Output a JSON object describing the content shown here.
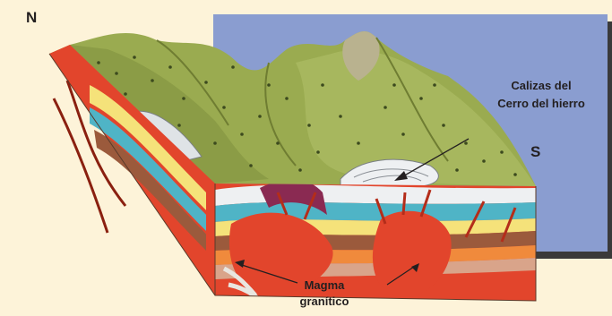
{
  "compass": {
    "north": "N",
    "south": "S"
  },
  "labels": {
    "calizas_line1": "Calizas del",
    "calizas_line2": "Cerro del hierro",
    "magma_line1": "Magma",
    "magma_line2": "granítico"
  },
  "colors": {
    "background": "#fdf3d9",
    "sky_panel": "#8a9dd0",
    "terrain": "#9aab50",
    "magma": "#e2452c",
    "limestone": "#eef0f2",
    "marine_layer": "#4fb4c6",
    "yellow_layer": "#f5e27a",
    "brown_layer": "#9b5a3c",
    "purple_layer": "#8a2a52"
  }
}
